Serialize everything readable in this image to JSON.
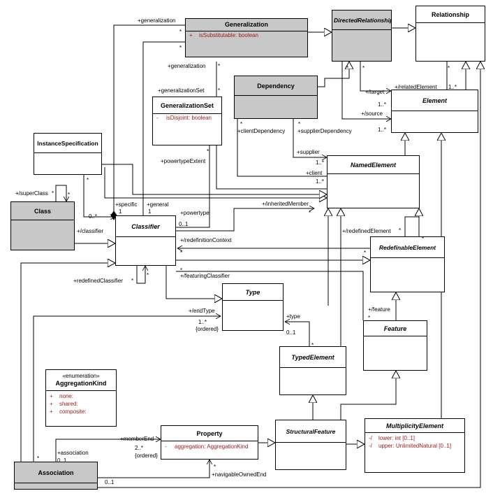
{
  "classes": {
    "generalization": {
      "name": "Generalization",
      "attrs": [
        {
          "vis": "+",
          "text": "isSubstitutable:  boolean"
        }
      ]
    },
    "directed_relationship": {
      "name": "DirectedRelationship"
    },
    "relationship": {
      "name": "Relationship"
    },
    "dependency": {
      "name": "Dependency"
    },
    "element": {
      "name": "Element"
    },
    "generalization_set": {
      "name": "GeneralizationSet",
      "attrs": [
        {
          "vis": "-",
          "text": "isDisjoint:  boolean"
        }
      ]
    },
    "instance_specification": {
      "name": "InstanceSpecification"
    },
    "named_element": {
      "name": "NamedElement"
    },
    "class": {
      "name": "Class"
    },
    "classifier": {
      "name": "Classifier"
    },
    "redefinable_element": {
      "name": "RedefinableElement"
    },
    "type": {
      "name": "Type"
    },
    "feature": {
      "name": "Feature"
    },
    "typed_element": {
      "name": "TypedElement"
    },
    "aggregation_kind": {
      "stereotype": "«enumeration»",
      "name": "AggregationKind",
      "attrs": [
        {
          "vis": "+",
          "text": "none:"
        },
        {
          "vis": "+",
          "text": "shared:"
        },
        {
          "vis": "+",
          "text": "composite:"
        }
      ]
    },
    "property": {
      "name": "Property",
      "attrs": [
        {
          "vis": "-",
          "text": "aggregation:  AggregationKind"
        }
      ]
    },
    "structural_feature": {
      "name": "StructuralFeature"
    },
    "multiplicity_element": {
      "name": "MultiplicityElement",
      "attrs": [
        {
          "vis": "-/",
          "text": "lower:  int [0..1]"
        },
        {
          "vis": "-/",
          "text": "upper:  UnlimitedNatural [0..1]"
        }
      ]
    },
    "association": {
      "name": "Association"
    }
  },
  "labels": {
    "gen_generalization": "+generalization",
    "gen_star1": "*",
    "gen_star2": "*",
    "gen_generalization2": "+generalization",
    "gen_star3": "*",
    "gen_generalization_set": "+generalizationSet",
    "gen_star4": "*",
    "dr_star1": "*",
    "dr_star2": "*",
    "rel_star": "*",
    "related_element": "+/relatedElement",
    "related_mult": "1..*",
    "target": "+/target",
    "target_mult": "1..*",
    "source": "+/source",
    "source_mult": "1..*",
    "dep_star1": "*",
    "dep_star2": "*",
    "client_dependency": "+clientDependency",
    "supplier_dependency": "+supplierDependency",
    "supplier": "+supplier",
    "supplier_mult": "1..*",
    "client": "+client",
    "client_mult": "1..*",
    "is_star": "*",
    "super_class": "+/superClass",
    "super_star1": "*",
    "super_star2": "*",
    "class_mult": "0..*",
    "classifier_role": "+/classifier",
    "gs_star": "*",
    "powertype_extent": "+powertypeExtent",
    "specific": "+specific",
    "specific_mult": "1",
    "general": "+general",
    "general_mult": "1",
    "powertype": "+powertype",
    "powertype_mult": "0..1",
    "inherited_member": "+/inheritedMember",
    "inherited_star": "*",
    "redefined_element": "+/redefinedElement",
    "redefined_element_star": "*",
    "redef_star2": "*",
    "redefinition_context": "+/redefinitionContext",
    "rc_star1": "*",
    "rc_star2": "*",
    "featuring_classifier": "+/featuringClassifier",
    "fc_star": "*",
    "redefined_classifier": "+redefinedClassifier",
    "rcl_star1": "*",
    "rcl_star2": "*",
    "feature": "+/feature",
    "feature_star": "*",
    "end_type": "+/endType",
    "end_type_mult": "1..*",
    "ordered1": "{ordered}",
    "type_role": "+type",
    "type_mult": "0..1",
    "te_star": "*",
    "member_end": "+memberEnd",
    "member_end_mult": "2..*",
    "ordered2": "{ordered}",
    "association_role": "+association",
    "association_mult": "0..1",
    "assoc_star": "*",
    "nav_star": "*",
    "navigable_owned_end": "+navigableOwnedEnd",
    "nav_mult": "0..1"
  }
}
